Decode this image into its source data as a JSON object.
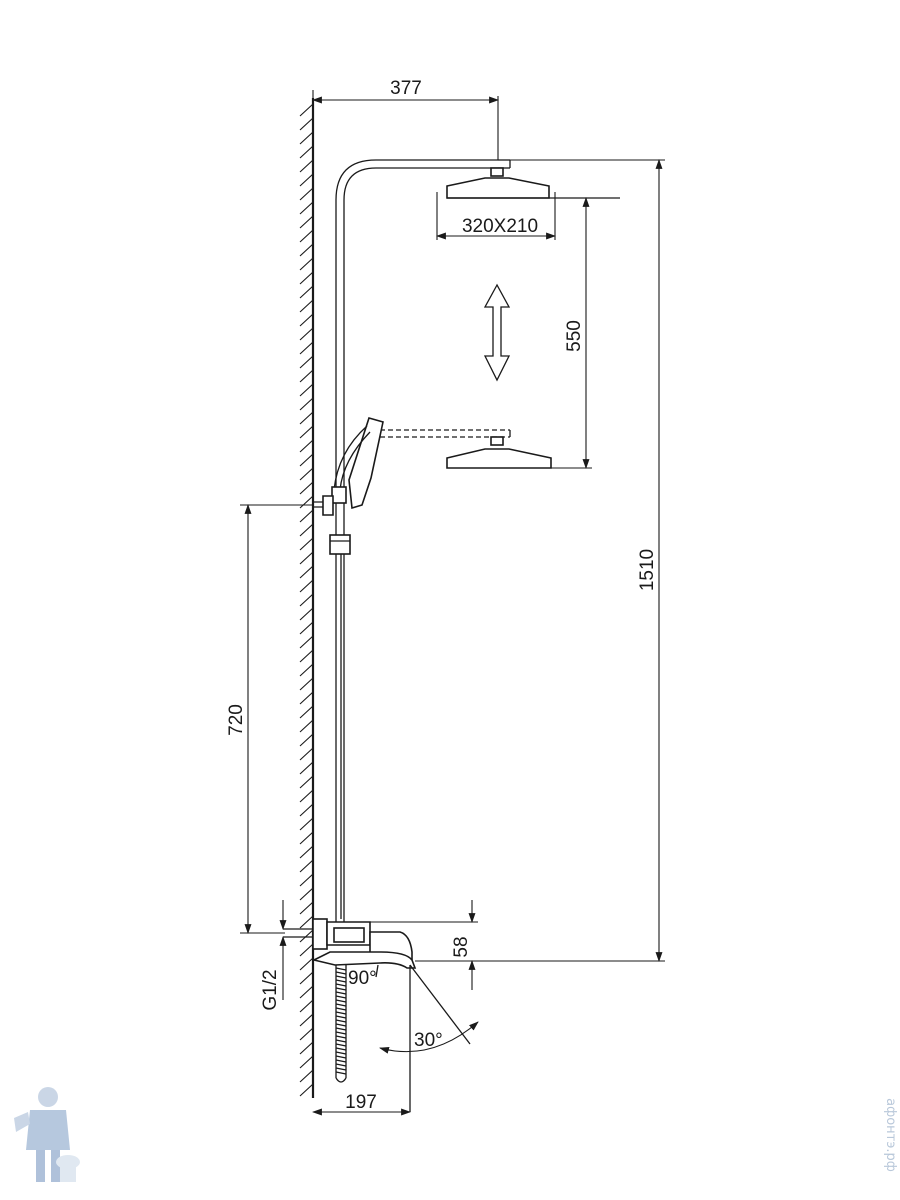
{
  "dimensions": {
    "arm_reach": "377",
    "head_size": "320X210",
    "head_adjust": "550",
    "total_height": "1510",
    "holder_height": "720",
    "connection": "G1/2",
    "body_height": "58",
    "spout_angle_right": "90°",
    "spout_tilt": "30°",
    "spout_reach": "197"
  },
  "watermark": {
    "text": "афонтэ.рф"
  },
  "colors": {
    "line": "#1a1a1a",
    "background": "#ffffff",
    "watermark": "#b9c8da"
  }
}
